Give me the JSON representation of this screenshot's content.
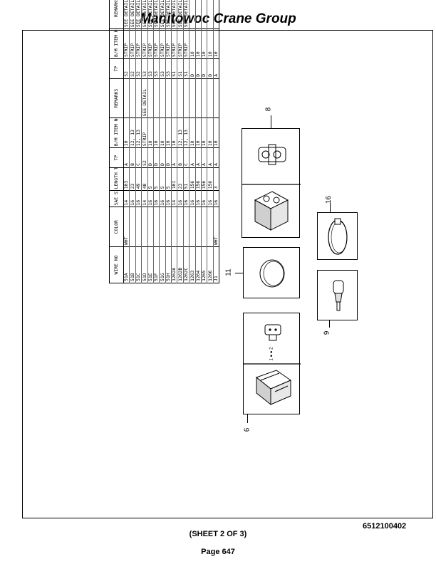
{
  "header": {
    "title": "Manitowoc Crane Group"
  },
  "footer": {
    "doc_number": "6512100402",
    "sheet": "(SHEET 2 OF 3)",
    "page": "Page 647"
  },
  "table": {
    "columns": [
      "WIRE NO",
      "COLOR",
      "SAE SIZE",
      "LENGTH TOT IN",
      "TP",
      "B/M ITEM NO",
      "REMARKS",
      "TP",
      "B/M ITEM NO",
      "REMARKS"
    ],
    "rows": [
      [
        "51A",
        "WHT",
        "14",
        "103",
        "A",
        "10",
        "",
        "S2",
        "STRIP",
        "SEE DETAIL"
      ],
      [
        "51B",
        "",
        "16",
        "23",
        "B",
        "12, 13",
        "",
        "S2",
        "STRIP",
        "SEE DETAIL"
      ],
      [
        "51C",
        "",
        "16",
        "49",
        "C",
        "12, 13",
        "",
        "S2",
        "STRIP",
        "SEE DETAIL"
      ],
      [
        "51D",
        "",
        "14",
        "48",
        "S2",
        "STRIP",
        "SEE DETAIL",
        "S3",
        "STRIP",
        "SEE DETAIL"
      ],
      [
        "51E",
        "",
        "16",
        "5",
        "D",
        "10",
        "",
        "S3",
        "STRIP",
        "SEE DETAIL"
      ],
      [
        "51F",
        "",
        "16",
        "5",
        "D",
        "10",
        "",
        "S3",
        "STRIP",
        "SEE DETAIL"
      ],
      [
        "51G",
        "",
        "16",
        "5",
        "D",
        "10",
        "",
        "S3",
        "STRIP",
        "SEE DETAIL"
      ],
      [
        "51H",
        "",
        "16",
        "5",
        "D",
        "10",
        "",
        "S3",
        "STRIP",
        "SEE DETAIL"
      ],
      [
        "1262A",
        "",
        "14",
        "101",
        "A",
        "10",
        "",
        "S1",
        "STRIP",
        "SEE DETAIL"
      ],
      [
        "1262B",
        "",
        "16",
        "23",
        "B",
        "12, 13",
        "",
        "S1",
        "STRIP",
        "SEE DETAIL"
      ],
      [
        "1262C",
        "",
        "16",
        "51",
        "C",
        "12, 13",
        "",
        "S1",
        "STRIP",
        "SEE DETAIL"
      ],
      [
        "1263",
        "",
        "16",
        "156",
        "A",
        "10",
        "",
        "D",
        "10",
        ""
      ],
      [
        "1264",
        "",
        "16",
        "156",
        "A",
        "10",
        "",
        "D",
        "10",
        ""
      ],
      [
        "1265",
        "",
        "16",
        "156",
        "A",
        "10",
        "",
        "D",
        "10",
        ""
      ],
      [
        "1266",
        "",
        "16",
        "156",
        "A",
        "10",
        "",
        "D",
        "10",
        ""
      ],
      [
        "J1",
        "WHT",
        "16",
        "3",
        "A",
        "10",
        "",
        "A",
        "10",
        ""
      ]
    ]
  },
  "parts": {
    "connector_callout": "6",
    "cap_callout": "11",
    "receptacle_callout": "8",
    "clamp_callout": "16",
    "terminal_callout": "9",
    "pin_labels": "1 ● ● 2"
  }
}
